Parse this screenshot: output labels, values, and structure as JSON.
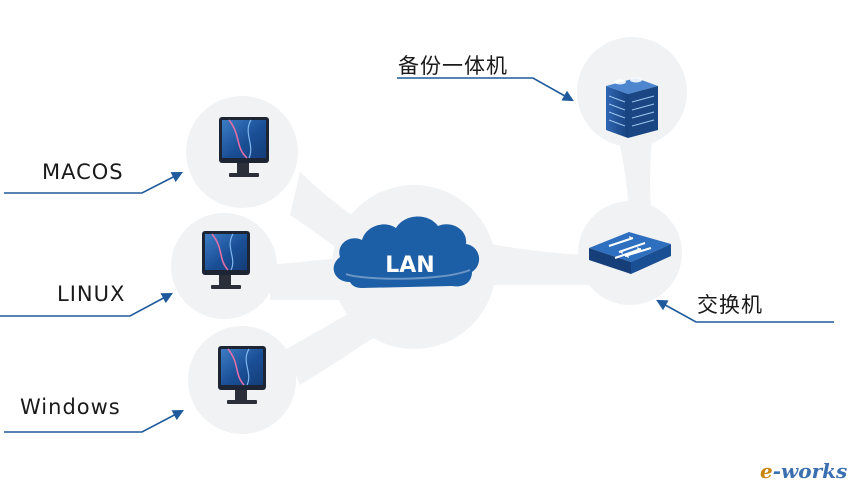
{
  "nodes": {
    "center": {
      "label": "LAN"
    },
    "backup": {
      "label": "备份一体机"
    },
    "switch": {
      "label": "交换机"
    },
    "clients": [
      {
        "label": "MACOS"
      },
      {
        "label": "LINUX"
      },
      {
        "label": "Windows"
      }
    ]
  },
  "watermark": {
    "part1": "e",
    "part2": "-works"
  },
  "colors": {
    "bubble": "#f1f2f3",
    "cloud": "#1c5fa6",
    "arrow": "#1f5a9c",
    "screen": "#1e5ea8"
  }
}
